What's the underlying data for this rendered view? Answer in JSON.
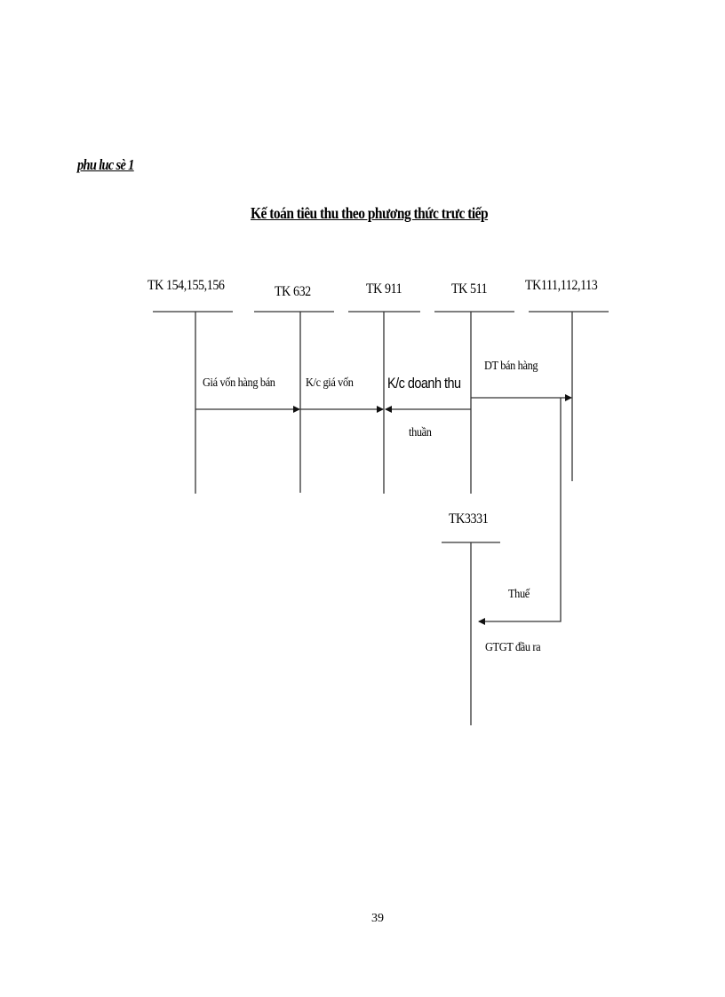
{
  "page": {
    "appendix_label": "phu luc sè 1",
    "title": "Kế toán tiêu thu theo phương thức trưc tiếp",
    "page_number": "39"
  },
  "diagram": {
    "accounts": [
      {
        "id": "tk154",
        "label": "TK 154,155,156"
      },
      {
        "id": "tk632",
        "label": "TK 632"
      },
      {
        "id": "tk911",
        "label": "TK 911"
      },
      {
        "id": "tk511",
        "label": "TK 511"
      },
      {
        "id": "tk111",
        "label": "TK111,112,113"
      },
      {
        "id": "tk3331",
        "label": "TK3331"
      }
    ],
    "flows": [
      {
        "from": "tk154",
        "to": "tk632",
        "label": "Giá vốn hàng bán"
      },
      {
        "from": "tk632",
        "to": "tk911",
        "label": "K/c giá  vốn"
      },
      {
        "from": "tk511",
        "to": "tk911",
        "label": "K/c doanh thu",
        "label2": "thuần"
      },
      {
        "from": "tk511",
        "to": "tk111",
        "label": "DT bán hàng"
      },
      {
        "from": "tk111",
        "to": "tk3331",
        "label": "Thuế",
        "label2": "GTGT đầu ra"
      }
    ],
    "line_color": "#333333"
  }
}
